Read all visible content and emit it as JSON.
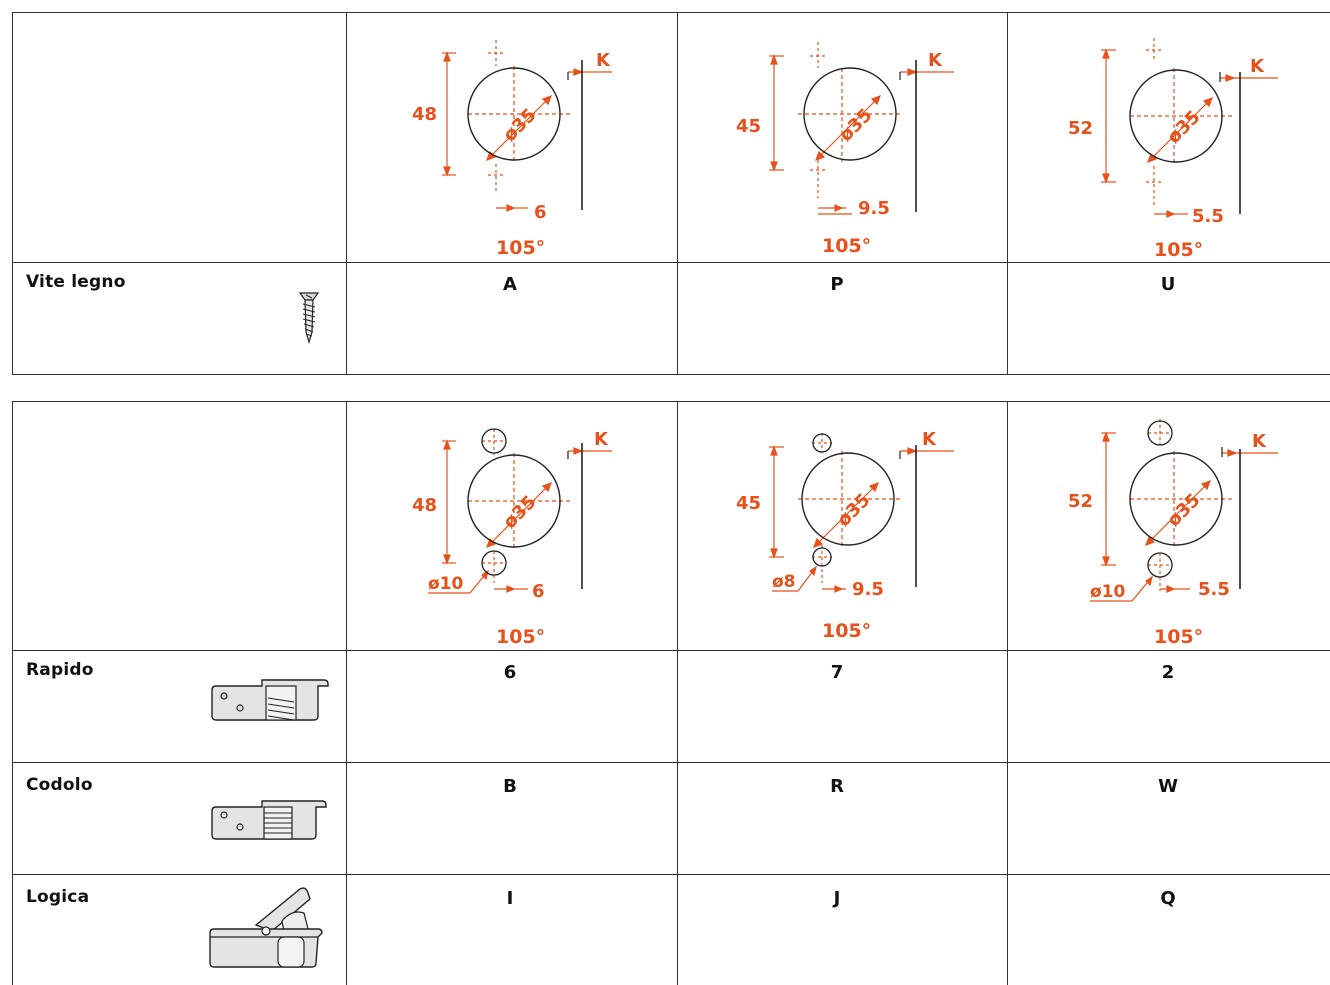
{
  "colors": {
    "accent": "#e8511a",
    "line": "#222222"
  },
  "table1": {
    "diagrams": [
      {
        "height": "48",
        "diameter": "ø35",
        "offset": "6",
        "k": "K",
        "angle": "105°"
      },
      {
        "height": "45",
        "diameter": "ø35",
        "offset": "9.5",
        "k": "K",
        "angle": "105°"
      },
      {
        "height": "52",
        "diameter": "ø35",
        "offset": "5.5",
        "k": "K",
        "angle": "105°"
      }
    ],
    "rows": [
      {
        "label": "Vite legno",
        "icon": "wood-screw-icon",
        "codes": [
          "A",
          "P",
          "U"
        ]
      }
    ]
  },
  "table2": {
    "diagrams": [
      {
        "height": "48",
        "diameter": "ø35",
        "offset": "6",
        "k": "K",
        "angle": "105°",
        "hole": "ø10"
      },
      {
        "height": "45",
        "diameter": "ø35",
        "offset": "9.5",
        "k": "K",
        "angle": "105°",
        "hole": "ø8"
      },
      {
        "height": "52",
        "diameter": "ø35",
        "offset": "5.5",
        "k": "K",
        "angle": "105°",
        "hole": "ø10"
      }
    ],
    "rows": [
      {
        "label": "Rapido",
        "icon": "rapido-fastener-icon",
        "codes": [
          "6",
          "7",
          "2"
        ]
      },
      {
        "label": "Codolo",
        "icon": "codolo-dowel-icon",
        "codes": [
          "B",
          "R",
          "W"
        ]
      },
      {
        "label": "Logica",
        "icon": "logica-clip-icon",
        "codes": [
          "I",
          "J",
          "Q"
        ]
      }
    ]
  }
}
